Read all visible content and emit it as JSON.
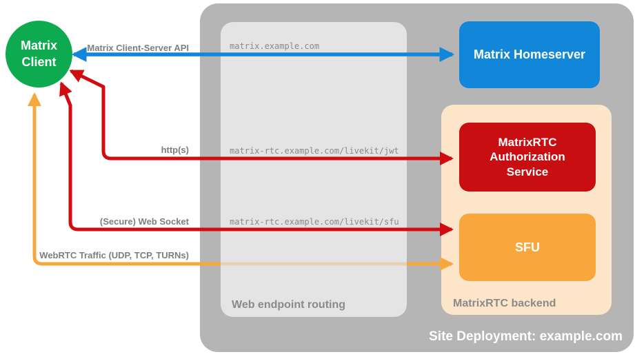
{
  "diagram": {
    "type": "architecture-diagram",
    "background": "#FFFFFF"
  },
  "colors": {
    "client_green": "#0DAA50",
    "homeserver_blue": "#1286D9",
    "auth_red": "#C90E11",
    "sfu_orange": "#F9A63C",
    "backend_peach": "#FCE5C9",
    "site_gray": "#B5B5B5",
    "routing_gray": "#E4E4E4",
    "label_gray": "#7E7E7E",
    "mono_gray": "#8A8A8A",
    "white": "#FFFFFF"
  },
  "nodes": {
    "client": {
      "label": "Matrix\nClient",
      "fill": "#0DAA50"
    },
    "homeserver": {
      "label": "Matrix Homeserver",
      "fill": "#1286D9"
    },
    "auth_service": {
      "label": "MatrixRTC\nAuthorization\nService",
      "fill": "#C90E11"
    },
    "sfu": {
      "label": "SFU",
      "fill": "#F9A63C"
    }
  },
  "containers": {
    "site": {
      "label": "Site Deployment: example.com",
      "fill": "#B5B5B5"
    },
    "routing": {
      "label": "Web endpoint routing",
      "fill": "#E4E4E4"
    },
    "backend": {
      "label": "MatrixRTC backend",
      "fill": "#FCE5C9"
    }
  },
  "routes": [
    "matrix.example.com",
    "matrix-rtc.example.com/livekit/jwt",
    "matrix-rtc.example.com/livekit/sfu"
  ],
  "arrows": {
    "client_server": {
      "label": "Matrix Client-Server API",
      "color": "#1286D9",
      "from": "Matrix Client",
      "to": "Matrix Homeserver",
      "bidirectional": true,
      "via": "matrix.example.com"
    },
    "https": {
      "label": "http(s)",
      "color": "#D20B10",
      "from": "Matrix Client",
      "to": "MatrixRTC Authorization Service",
      "via": "matrix-rtc.example.com/livekit/jwt"
    },
    "websocket": {
      "label": "(Secure) Web Socket",
      "color": "#D20B10",
      "from": "Matrix Client",
      "to": "SFU",
      "via": "matrix-rtc.example.com/livekit/sfu"
    },
    "webrtc": {
      "label": "WebRTC Traffic (UDP, TCP, TURNs)",
      "color": "#F6A73E",
      "from": "Matrix Client",
      "to": "SFU",
      "bypasses": "Web endpoint routing"
    }
  }
}
